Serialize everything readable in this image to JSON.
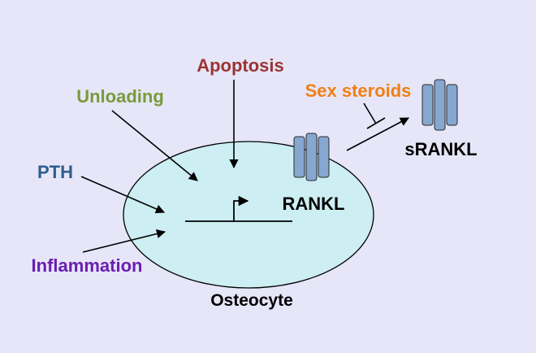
{
  "labels": {
    "apoptosis": "Apoptosis",
    "unloading": "Unloading",
    "pth": "PTH",
    "inflammation": "Inflammation",
    "sex_steroids": "Sex steroids",
    "rankl": "RANKL",
    "srankl": "sRANKL",
    "osteocyte": "Osteocyte"
  },
  "colors": {
    "background": "#e6e6f8",
    "cell_fill": "#cdeef2",
    "protein_fill": "#86a7d0",
    "apoptosis": "#9b3333",
    "unloading": "#7a9a3c",
    "pth": "#2f5d8f",
    "inflammation": "#6a1fb0",
    "sex_steroids": "#f07f16",
    "black": "#000000"
  }
}
